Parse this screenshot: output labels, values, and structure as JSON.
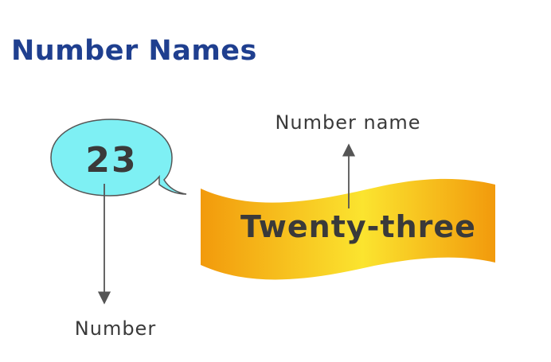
{
  "title": "Number Names",
  "diagram": {
    "number_value": "23",
    "number_name_value": "Twenty-three",
    "label_number": "Number",
    "label_number_name": "Number name"
  },
  "colors": {
    "title": "#1f3f8f",
    "bubble_fill": "#7ef0f4",
    "bubble_stroke": "#555555",
    "banner_edge": "#f29a0c",
    "banner_center": "#fbe42f",
    "text": "#3a3a3a",
    "arrow": "#555555"
  }
}
